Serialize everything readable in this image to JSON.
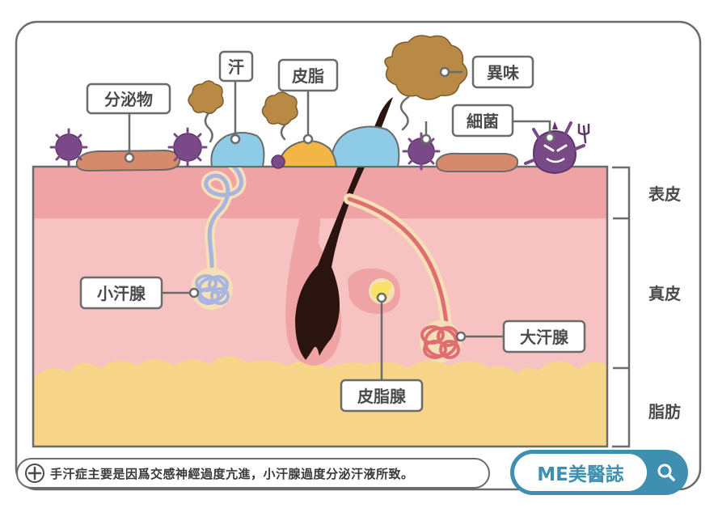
{
  "labels": {
    "secretion": "分泌物",
    "sweat": "汗",
    "sebum": "皮脂",
    "odor": "異味",
    "bacteria": "細菌",
    "eccrine_gland": "小汗腺",
    "sebaceous_gland": "皮脂腺",
    "apocrine_gland": "大汗腺"
  },
  "layers": {
    "epidermis": "表皮",
    "dermis": "真皮",
    "fat": "脂肪"
  },
  "caption": "手汗症主要是因爲交感神經過度亢進，小汗腺過度分泌汗液所致。",
  "brand": {
    "name": "ME美醫誌"
  },
  "icons": [
    "plus-circle-icon",
    "search-icon"
  ],
  "colors": {
    "epidermis": "#f0a3a5",
    "dermis": "#f7c3c2",
    "fat": "#f7d589",
    "sweat": "#8ecbe6",
    "sebum": "#f3b544",
    "bacteria": "#7a4a88",
    "brand": "#3e8fb0"
  }
}
